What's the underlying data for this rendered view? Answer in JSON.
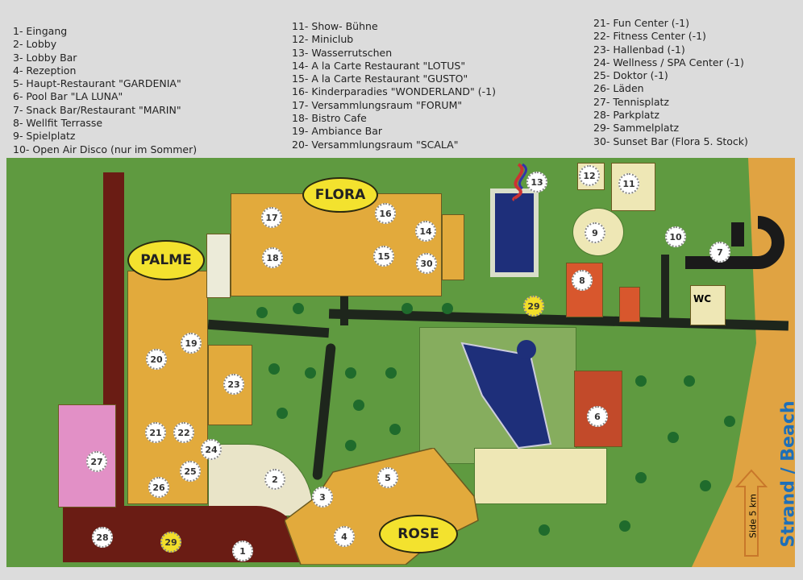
{
  "legend": {
    "col1": [
      "1- Eingang",
      "2- Lobby",
      "3- Lobby Bar",
      "4- Rezeption",
      "5- Haupt-Restaurant \"GARDENIA\"",
      "6- Pool Bar \"LA LUNA\"",
      "7- Snack Bar/Restaurant \"MARIN\"",
      "8- Wellfit Terrasse",
      "9- Spielplatz",
      "10- Open Air Disco (nur im Sommer)"
    ],
    "col2": [
      "11- Show- Bühne",
      "12- Miniclub",
      "13- Wasserrutschen",
      "14- A la Carte Restaurant \"LOTUS\"",
      "15- A la Carte Restaurant \"GUSTO\"",
      "16- Kinderparadies \"WONDERLAND\" (-1)",
      "17- Versammlungsraum \"FORUM\"",
      "18- Bistro Cafe",
      "19- Ambiance Bar",
      "20- Versammlungsraum \"SCALA\""
    ],
    "col3": [
      "21- Fun Center (-1)",
      "22- Fitness Center (-1)",
      "23- Hallenbad (-1)",
      "24- Wellness / SPA Center (-1)",
      "25- Doktor (-1)",
      "26- Läden",
      "27- Tennisplatz",
      "28- Parkplatz",
      "29- Sammelplatz",
      "30- Sunset Bar (Flora 5. Stock)"
    ]
  },
  "buildings": {
    "flora": "FLORA",
    "palme": "PALME",
    "rose": "ROSE"
  },
  "wc": "WC",
  "beach": "Strand / Beach",
  "distance": "Side 5 km",
  "markers": [
    "1",
    "2",
    "3",
    "4",
    "5",
    "6",
    "7",
    "8",
    "9",
    "10",
    "11",
    "12",
    "13",
    "14",
    "15",
    "16",
    "17",
    "18",
    "19",
    "20",
    "21",
    "22",
    "23",
    "24",
    "25",
    "26",
    "27",
    "28",
    "29",
    "29",
    "30"
  ],
  "colors": {
    "grass": "#5f9a40",
    "building": "#e2aa3c",
    "path": "#1e261c",
    "beach": "#e0a342",
    "pool": "#1e2f7a",
    "label": "#f3e22e",
    "beach_text": "#1e6fb8"
  }
}
